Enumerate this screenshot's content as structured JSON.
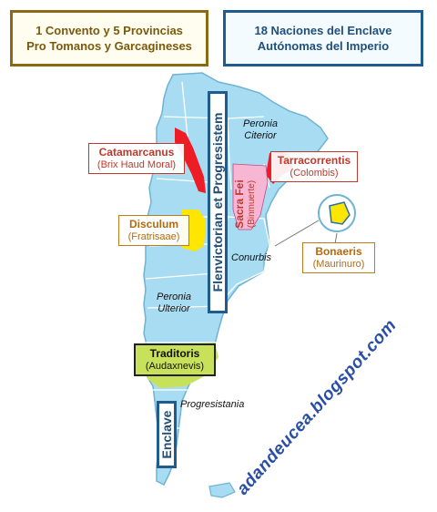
{
  "titles": {
    "left_line1": "1 Convento y 5 Provincias",
    "left_line2": "Pro Tomanos y Garcagineses",
    "right_line1": "18 Naciones del Enclave",
    "right_line2": "Autónomas del Imperio"
  },
  "provinces": {
    "catamarcanus": {
      "name": "Catamarcanus",
      "sub": "(Brix Haud Moral)"
    },
    "tarracorrentis": {
      "name": "Tarracorrentis",
      "sub": "(Colombis)"
    },
    "disculum": {
      "name": "Disculum",
      "sub": "(Fratrisaae)"
    },
    "bonaeris": {
      "name": "Bonaeris",
      "sub": "(Maurinuro)"
    },
    "traditoris": {
      "name": "Traditoris",
      "sub": "(Audaxnevis)"
    },
    "sacra_fei": {
      "name": "Sacra Fei",
      "sub": "(Binmuerte)"
    }
  },
  "regions": {
    "peronia_citerior": "Peronia Citerior",
    "conurbis": "Conurbis",
    "peronia_ulterior": "Peronia Ulterior",
    "progresistania": "Progresistania"
  },
  "bands": {
    "main": "Flenvictorian et Progresistem",
    "enclave": "Enclave"
  },
  "watermark": "adandeucea.blogspot.com",
  "colors": {
    "map_fill": "#a8dcf2",
    "map_border": "#6fb3d2",
    "red_province": "#ee1c25",
    "pink_province": "#f7b6d2",
    "yellow_province": "#ffe600",
    "green_province": "#c7e25a",
    "title_left_border": "#8a6a14",
    "title_right_border": "#1f5b8e"
  }
}
